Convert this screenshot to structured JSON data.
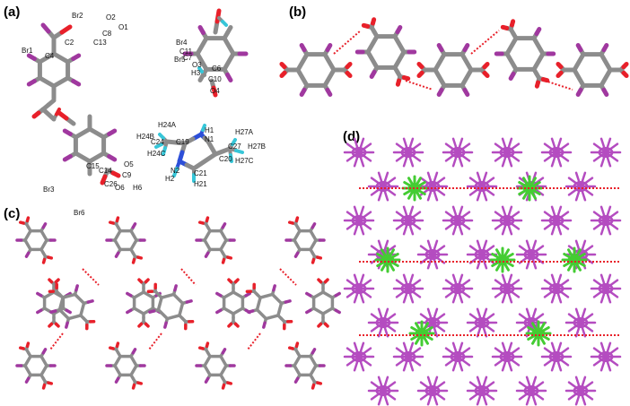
{
  "panels": {
    "a": {
      "label": "(a)",
      "atom_labels": [
        "Br2",
        "O2",
        "O1",
        "C8",
        "C13",
        "C2",
        "Br1",
        "C4",
        "Br4",
        "C11",
        "Br5",
        "C7",
        "O3",
        "C6",
        "H3",
        "C10",
        "O4",
        "H24A",
        "H24B",
        "C24",
        "C19",
        "H1",
        "N1",
        "H27A",
        "H27B",
        "H24C",
        "N2",
        "C20",
        "C27",
        "H27C",
        "C21",
        "H2",
        "H21",
        "O5",
        "C15",
        "C14",
        "C9",
        "C26",
        "O6",
        "H6",
        "Br3",
        "Br6"
      ]
    },
    "b": {
      "label": "(b)"
    },
    "c": {
      "label": "(c)"
    },
    "d": {
      "label": "(d)"
    }
  },
  "colors": {
    "carbon": "#8c8c8c",
    "bromine": "#a0389f",
    "oxygen": "#e8202a",
    "hydrogen": "#37c6d8",
    "nitrogen": "#2d4fd8",
    "hbond": "#e8202a",
    "packing_acid": "#b44cc0",
    "packing_cation": "#44cc33"
  }
}
